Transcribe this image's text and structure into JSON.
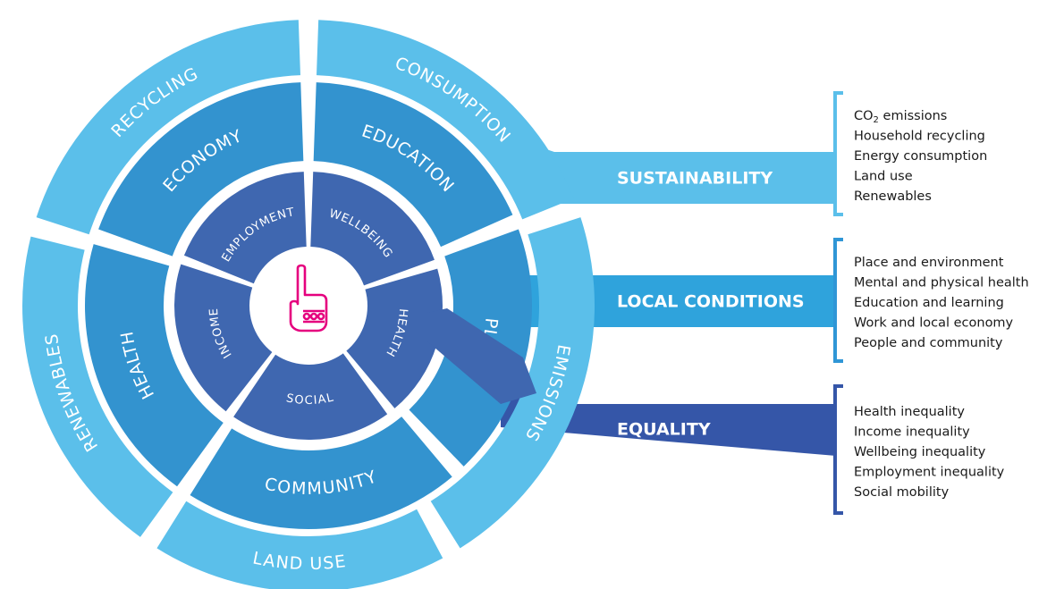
{
  "outer_ring": [
    {
      "id": "recycling",
      "label": "RECYCLING"
    },
    {
      "id": "consumption",
      "label": "CONSUMPTION"
    },
    {
      "id": "emissions",
      "label": "EMISSIONS"
    },
    {
      "id": "land-use",
      "label": "LAND USE"
    },
    {
      "id": "renewables",
      "label": "RENEWABLES"
    }
  ],
  "middle_ring": [
    {
      "id": "economy",
      "label": "ECONOMY"
    },
    {
      "id": "education",
      "label": "EDUCATION"
    },
    {
      "id": "place",
      "label": "PLACE"
    },
    {
      "id": "community",
      "label": "COMMUNITY"
    },
    {
      "id": "health",
      "label": "HEALTH"
    }
  ],
  "inner_ring": [
    {
      "id": "employment",
      "label": "EMPLOYMENT"
    },
    {
      "id": "wellbeing",
      "label": "WELLBEING"
    },
    {
      "id": "health",
      "label": "HEALTH"
    },
    {
      "id": "social",
      "label": "SOCIAL"
    },
    {
      "id": "income",
      "label": "INCOME"
    }
  ],
  "bands": [
    {
      "id": "sustainability",
      "label": "SUSTAINABILITY",
      "items": [
        {
          "text": "CO",
          "sub": "2",
          "rest": " emissions"
        },
        {
          "text": "Household recycling"
        },
        {
          "text": "Energy consumption"
        },
        {
          "text": "Land use"
        },
        {
          "text": "Renewables"
        }
      ]
    },
    {
      "id": "local-conditions",
      "label": "LOCAL CONDITIONS",
      "items": [
        {
          "text": "Place and environment"
        },
        {
          "text": "Mental and physical health"
        },
        {
          "text": "Education and learning"
        },
        {
          "text": "Work and local economy"
        },
        {
          "text": "People and community"
        }
      ]
    },
    {
      "id": "equality",
      "label": "EQUALITY",
      "items": [
        {
          "text": "Health inequality"
        },
        {
          "text": "Income inequality"
        },
        {
          "text": "Wellbeing inequality"
        },
        {
          "text": "Employment inequality"
        },
        {
          "text": "Social mobility"
        }
      ]
    }
  ],
  "colors": {
    "outer": "#5bbfea",
    "middle": "#3393cf",
    "inner": "#3f67b0",
    "band_sustainability": "#5bbfea",
    "band_local": "#2fa3dc",
    "band_equality": "#3556a8",
    "bracket_sustainability": "#5bbfea",
    "bracket_local": "#2f96d6",
    "bracket_equality": "#3556a8",
    "hand": "#e5007e",
    "list_text": "#1a1a1a"
  },
  "icon": "hand-icon"
}
